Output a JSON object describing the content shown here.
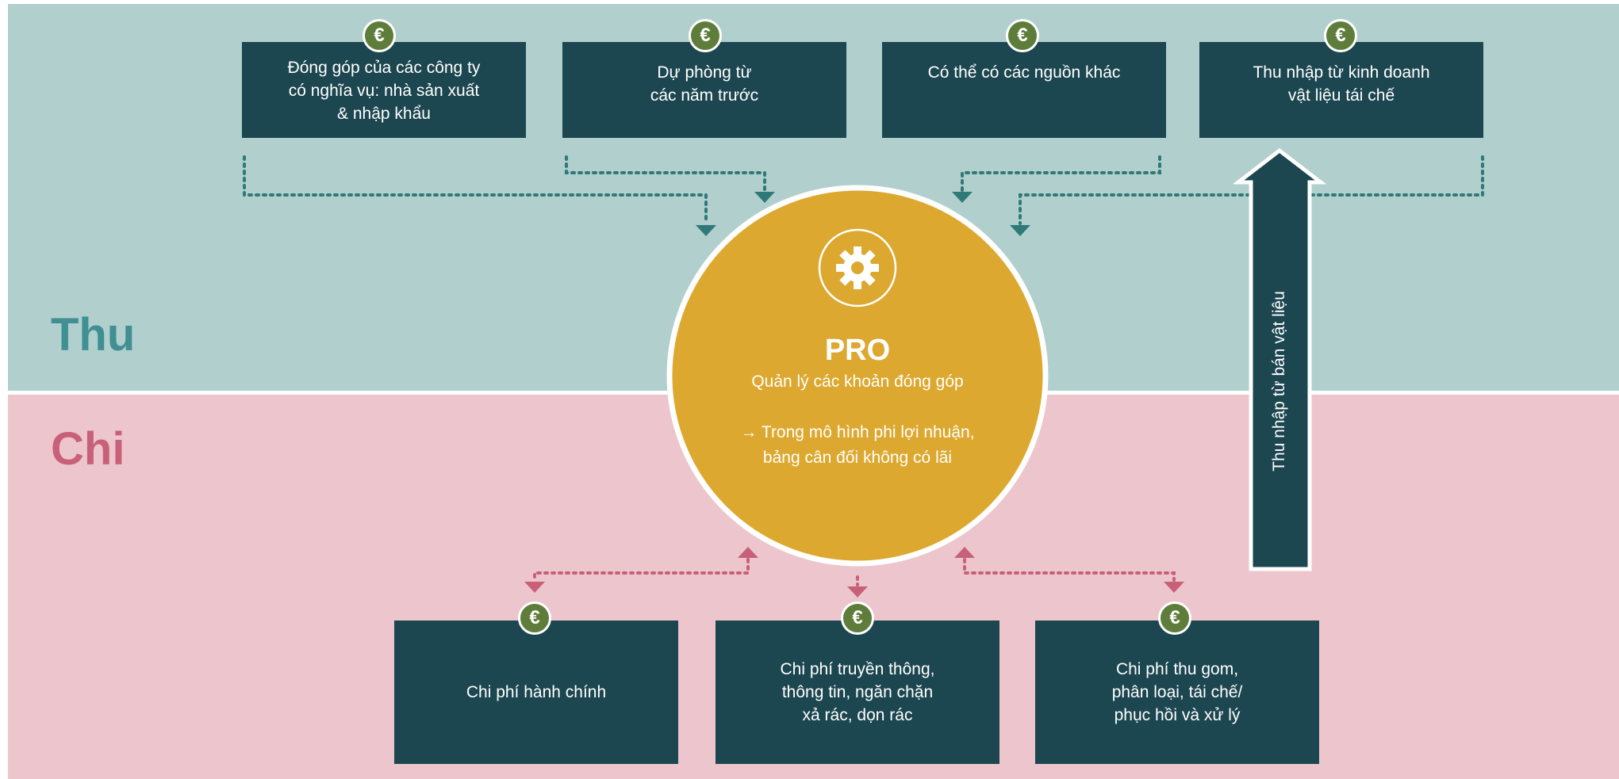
{
  "sections": {
    "income": "Thu",
    "expense": "Chi"
  },
  "center": {
    "title": "PRO",
    "subtitle": "Quản lý các khoản đóng góp",
    "note": "→ Trong mô hình phi lợi nhuận,\nbảng cân đối không có lãi",
    "icon": "gear-icon"
  },
  "income_sources": [
    {
      "label": "Đóng góp của các công ty\ncó nghĩa vụ: nhà sản xuất\n& nhập khẩu",
      "icon": "euro-icon"
    },
    {
      "label": "Dự phòng từ\ncác năm trước",
      "icon": "euro-icon"
    },
    {
      "label": "Có thể có các nguồn khác",
      "icon": "euro-icon"
    },
    {
      "label": "Thu nhập từ kinh doanh\nvật liệu tái chế",
      "icon": "euro-icon"
    }
  ],
  "expenses": [
    {
      "label": "Chi phí hành chính",
      "icon": "euro-icon"
    },
    {
      "label": "Chi phí truyền thông,\nthông tin, ngăn chặn\nxả rác, dọn rác",
      "icon": "euro-icon"
    },
    {
      "label": "Chi phí thu gom,\nphân loại, tái chế/\nphục hồi và xử lý",
      "icon": "euro-icon"
    }
  ],
  "material_sales_arrow": "Thu nhập từ bán vật liệu",
  "euro_symbol": "€",
  "colors": {
    "income_band": "#b0cfcd",
    "expense_band": "#ecc6cc",
    "box": "#1c4650",
    "center_circle": "#dda82f",
    "euro_badge": "#5f7d3a",
    "income_arrows": "#2f7a78",
    "expense_arrows": "#c8607a"
  }
}
